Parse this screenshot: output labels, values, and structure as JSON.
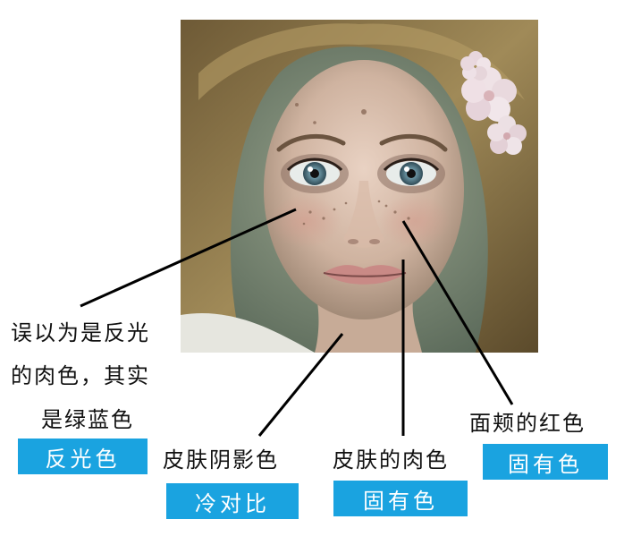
{
  "colors": {
    "badge_blue": "#1aa3e0",
    "line": "#000000",
    "text": "#111111"
  },
  "portrait": {
    "subject": "painted-portrait-of-girl-with-flowers"
  },
  "annotations": [
    {
      "id": "reflected",
      "lines": [
        "误以为是反光",
        "的肉色，其实",
        "是绿蓝色"
      ],
      "badge": "反光色"
    },
    {
      "id": "skin-shadow",
      "lines": [
        "皮肤阴影色"
      ],
      "badge": "冷对比"
    },
    {
      "id": "skin-flesh",
      "lines": [
        "皮肤的肉色"
      ],
      "badge": "固有色"
    },
    {
      "id": "cheek-red",
      "lines": [
        "面颊的红色"
      ],
      "badge": "固有色"
    }
  ]
}
